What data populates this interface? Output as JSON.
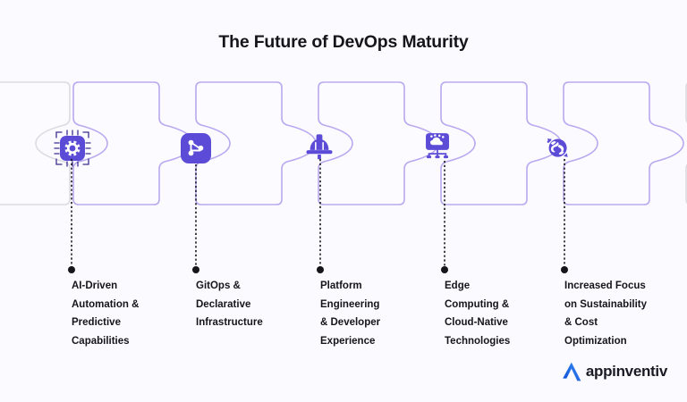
{
  "title": "The Future of DevOps Maturity",
  "background_color": "#fbfaff",
  "accent_color": "#5b4bd6",
  "piece_border_color": "#b9a9ef",
  "piece_fill_color": "#fcfbff",
  "inactive_piece_border_color": "#dcdce0",
  "text_color": "#16161a",
  "steps": [
    {
      "index": 1,
      "icon": "ai-chip-gear-icon",
      "label_lines": [
        "AI-Driven",
        "Automation &",
        "Predictive",
        "Capabilities"
      ],
      "label": "AI-Driven Automation & Predictive Capabilities"
    },
    {
      "index": 2,
      "icon": "git-branch-nodes-icon",
      "label_lines": [
        "GitOps &",
        "Declarative",
        "Infrastructure"
      ],
      "label": "GitOps & Declarative Infrastructure"
    },
    {
      "index": 3,
      "icon": "hard-hat-icon",
      "label_lines": [
        "Platform",
        "Engineering",
        "& Developer",
        "Experience"
      ],
      "label": "Platform Engineering & Developer Experience"
    },
    {
      "index": 4,
      "icon": "cloud-monitor-network-icon",
      "label_lines": [
        "Edge",
        "Computing &",
        "Cloud-Native",
        "Technologies"
      ],
      "label": "Edge Computing & Cloud-Native Technologies"
    },
    {
      "index": 5,
      "icon": "globe-recycle-icon",
      "label_lines": [
        "Increased Focus",
        "on Sustainability",
        "& Cost",
        "Optimization"
      ],
      "label": "Increased Focus on Sustainability & Cost Optimization"
    }
  ],
  "logo": {
    "text": "appinventiv",
    "mark": "appinventiv-a-mark-icon",
    "mark_color": "#1b6ef3"
  }
}
